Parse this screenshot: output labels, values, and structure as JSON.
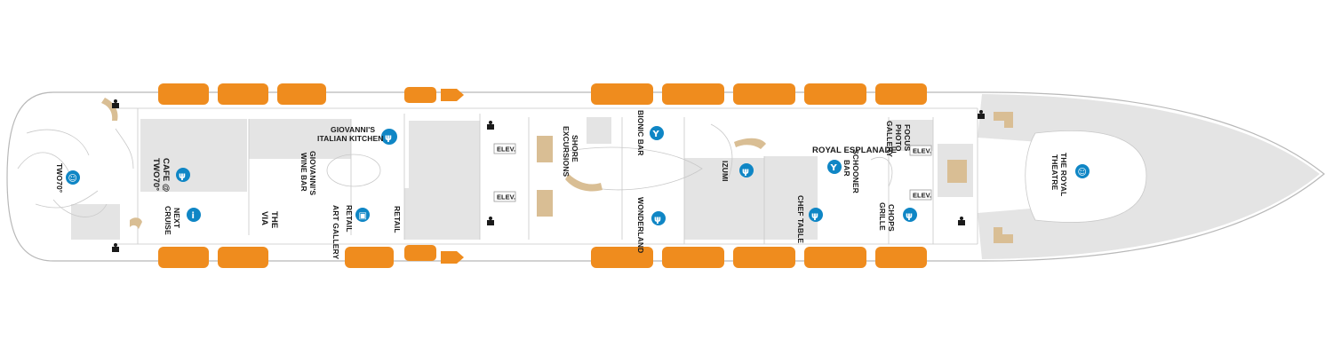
{
  "venues": {
    "two70": "TWO70°",
    "cafe": "CAFE @",
    "cafe2": "TWO70°",
    "next": "NEXT",
    "next2": "CRUISE",
    "giovanni_wine": "GIOVANNI'S",
    "giovanni_wine2": "WINE BAR",
    "the_via": "THE",
    "the_via2": "VIA",
    "art_gallery": "ART GALLERY",
    "retail1": "RETAIL",
    "retail2": "RETAIL",
    "giovanni_kitchen": "GIOVANNI'S",
    "giovanni_kitchen2": "ITALIAN KITCHEN",
    "shore": "SHORE",
    "shore2": "EXCURSIONS",
    "bionic": "BIONIC BAR",
    "wonderland": "WONDERLAND",
    "izumi": "IZUMI",
    "royal_esplanade": "ROYAL ESPLANADE",
    "schooner": "SCHOONER",
    "schooner2": "BAR",
    "chef_table": "CHEF TABLE",
    "focus": "FOCUS",
    "focus2": "PHOTO",
    "focus3": "GALLERY",
    "chops": "CHOPS",
    "chops2": "GRILLE",
    "royal_theatre": "THE ROYAL",
    "royal_theatre2": "THEATRE"
  },
  "elevators": [
    "ELEV.",
    "ELEV.",
    "ELEV.",
    "ELEV."
  ],
  "icons": {
    "restroom": "restroom-icon",
    "dining": "dining-icon",
    "bar": "cocktail-icon",
    "info": "info-icon",
    "theatre": "theatre-masks-icon",
    "retail": "shopping-bag-icon"
  },
  "colors": {
    "lifeboat": "#ef8c1e",
    "venue_icon": "#0f86c5",
    "room_fill": "#e4e4e4",
    "stairs": "#d9be94"
  }
}
